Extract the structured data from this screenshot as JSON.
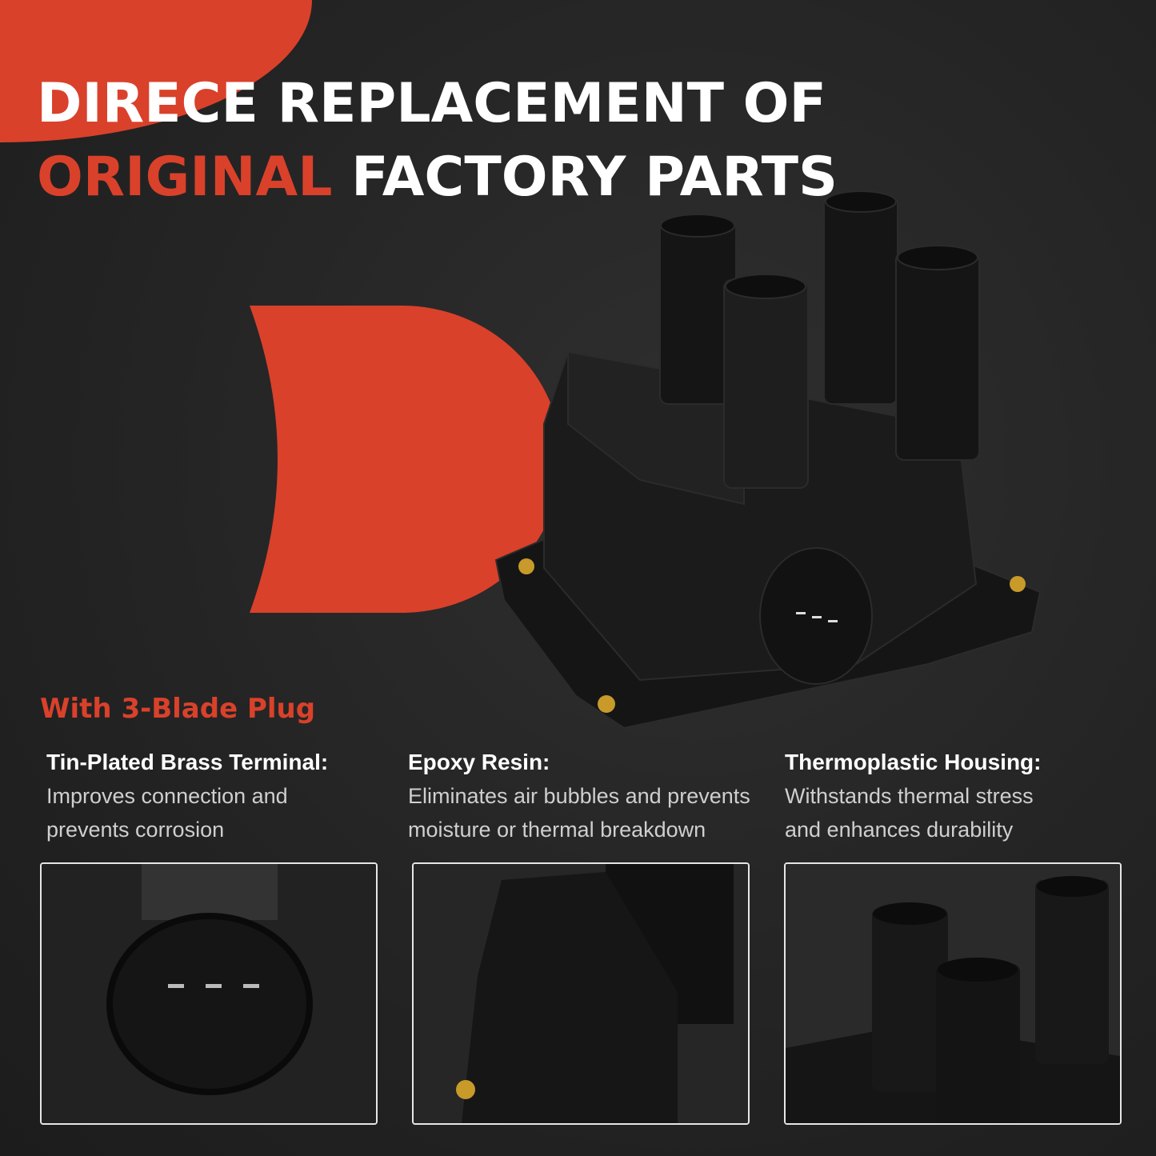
{
  "headline": {
    "line1_accent": "DIRECE",
    "line1_rest": "REPLACEMENT OF",
    "line2_accent": "ORIGINAL",
    "line2_rest": "FACTORY PARTS"
  },
  "subheading": "With 3-Blade Plug",
  "features": [
    {
      "title": "Tin-Plated Brass Terminal:",
      "line1": "Improves connection and",
      "line2": "prevents corrosion"
    },
    {
      "title": "Epoxy Resin:",
      "line1": "Eliminates air bubbles and prevents",
      "line2": "moisture or thermal breakdown"
    },
    {
      "title": "Thermoplastic Housing:",
      "line1": "Withstands thermal stress",
      "line2": "and enhances durability"
    }
  ],
  "colors": {
    "accent": "#d9412b",
    "background": "#242424"
  }
}
